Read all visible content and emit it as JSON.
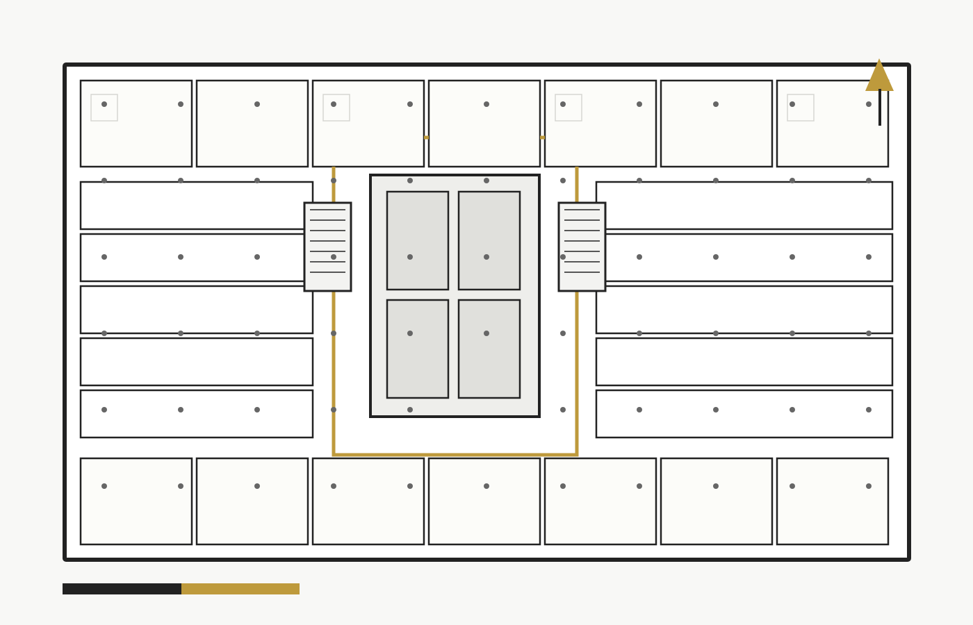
{
  "floorplan": {
    "colors": {
      "background": "#f8f8f6",
      "building_fill": "#ffffff",
      "office_fill": "#fcfcf9",
      "wall": "#222222",
      "core_fill": "#eeeeeb",
      "elevator_fill": "#e0e0dc",
      "stair_fill": "#f3f3f1",
      "route": "#be9a3c",
      "column": "#666666",
      "fixture": "#d6d6d2",
      "north_arrow": "#be9a3c",
      "scale_dark": "#222222",
      "scale_light": "#be9a3c"
    },
    "rooms": {
      "top_offices": 7,
      "bottom_offices": 7,
      "left_workstation_rows": 5,
      "right_workstation_rows": 5,
      "elevators": 4,
      "stairs": 2
    },
    "icons": {
      "north": "north-arrow-icon",
      "scale": "scale-bar-icon"
    },
    "scale_bar": {
      "segments": 2
    }
  }
}
